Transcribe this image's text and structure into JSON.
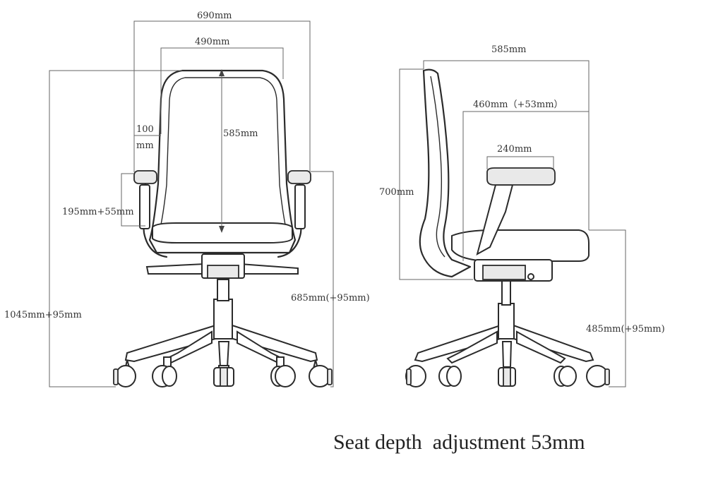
{
  "front_view": {
    "overall_width": "690mm",
    "back_width": "490mm",
    "armrest_gap_line1": "100",
    "armrest_gap_line2": "mm",
    "backrest_height": "585mm",
    "armrest_height": "195mm+55mm",
    "overall_height": "1045mm+95mm",
    "armrest_floor_height": "685mm(+95mm)"
  },
  "side_view": {
    "overall_depth": "585mm",
    "seat_depth": "460mm（+53mm）",
    "armrest_length": "240mm",
    "back_height": "700mm",
    "seat_height": "485mm(+95mm)"
  },
  "caption": "Seat depth  adjustment 53mm"
}
